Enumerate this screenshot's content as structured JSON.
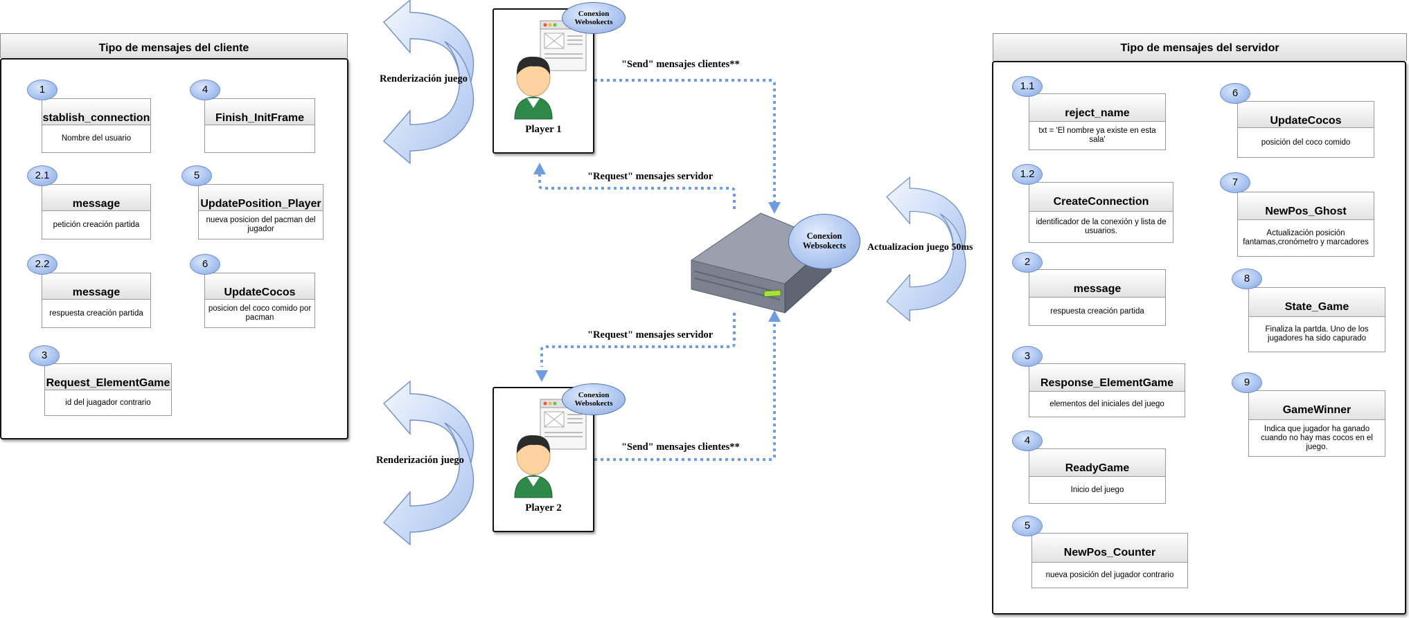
{
  "client_panel": {
    "title": "Tipo de mensajes del cliente",
    "messages": [
      {
        "num": "1",
        "name": "stablish_connection",
        "desc": "Nombre del usuario"
      },
      {
        "num": "4",
        "name": "Finish_InitFrame",
        "desc": ""
      },
      {
        "num": "2.1",
        "name": "message",
        "desc": "petición creación partida"
      },
      {
        "num": "5",
        "name": "UpdatePosition_Player",
        "desc": "nueva posicion del pacman del jugador"
      },
      {
        "num": "2.2",
        "name": "message",
        "desc": "respuesta creación partida"
      },
      {
        "num": "6",
        "name": "UpdateCocos",
        "desc": "posicion del coco comido por pacman"
      },
      {
        "num": "3",
        "name": "Request_ElementGame",
        "desc": "id del juagador contrario"
      }
    ]
  },
  "server_panel": {
    "title": "Tipo de mensajes del servidor",
    "messages": [
      {
        "num": "1.1",
        "name": "reject_name",
        "desc": "txt = 'El nombre ya existe en esta sala'"
      },
      {
        "num": "1.2",
        "name": "CreateConnection",
        "desc": "identificador de la conexión y lista de usuarios."
      },
      {
        "num": "2",
        "name": "message",
        "desc": "respuesta creación partida"
      },
      {
        "num": "3",
        "name": "Response_ElementGame",
        "desc": "elementos del iniciales del juego"
      },
      {
        "num": "4",
        "name": "ReadyGame",
        "desc": "Inicio del juego"
      },
      {
        "num": "5",
        "name": "NewPos_Counter",
        "desc": "nueva posición del jugador contrario"
      },
      {
        "num": "6",
        "name": "UpdateCocos",
        "desc": "posición del coco comido"
      },
      {
        "num": "7",
        "name": "NewPos_Ghost",
        "desc": "Actualización posición fantamas,cronómetro y marcadores"
      },
      {
        "num": "8",
        "name": "State_Game",
        "desc": "Finaliza la partda. Uno de los jugadores ha sido capurado"
      },
      {
        "num": "9",
        "name": "GameWinner",
        "desc": "Indica que jugador ha ganado cuando no hay mas cocos en el juego."
      }
    ]
  },
  "flow": {
    "player1": {
      "name": "Player 1",
      "ws": "Conexion Websokects",
      "render_label": "Renderización  juego"
    },
    "player2": {
      "name": "Player 2",
      "ws": "Conexion Websokects",
      "render_label": "Renderización  juego"
    },
    "server": {
      "ws": "Conexion Websokects",
      "update_label": "Actualizacion juego 50ms"
    },
    "send_label_1": "\"Send\" mensajes clientes**",
    "request_label_1": "\"Request\" mensajes servidor",
    "request_label_2": "\"Request\" mensajes servidor",
    "send_label_2": "\"Send\" mensajes clientes**"
  },
  "colors": {
    "arrow": "#6f9be0",
    "badge": "#aac4f1",
    "cycle_arrow": "#b9cef3"
  }
}
